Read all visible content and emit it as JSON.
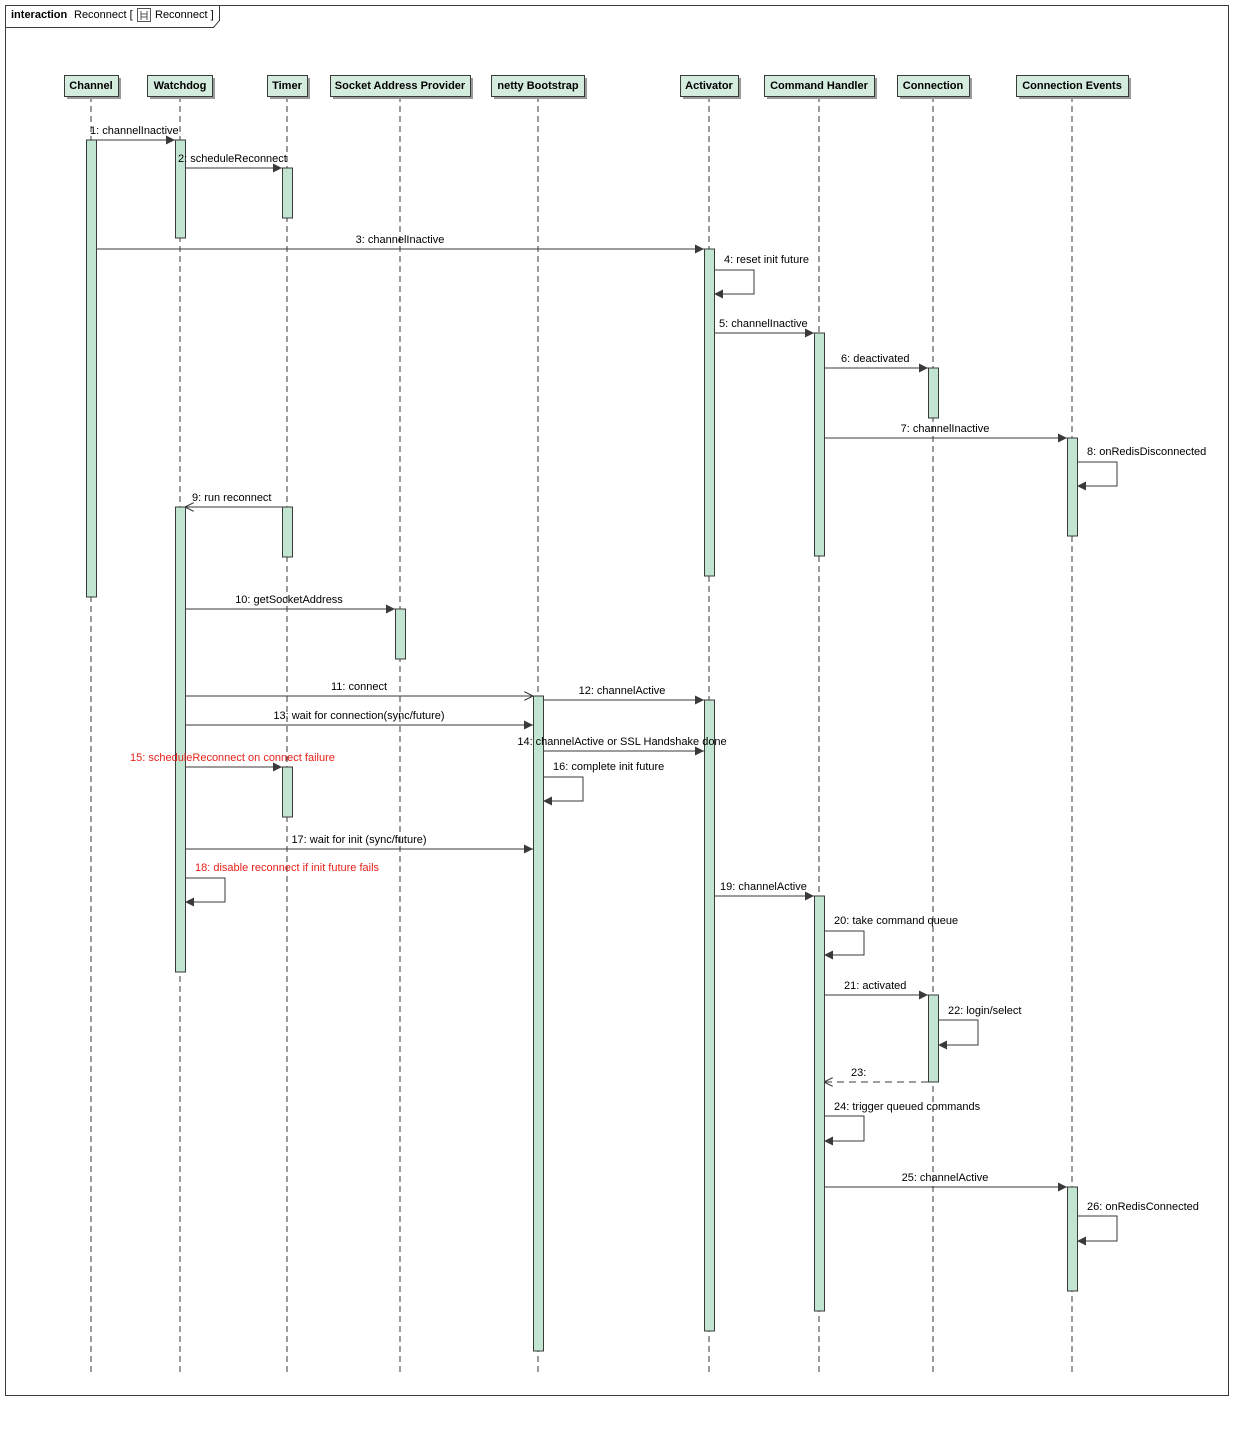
{
  "frame": {
    "keyword": "interaction",
    "name": "Reconnect [",
    "ref_label": "Reconnect ]",
    "ref_icon": "sequence-diagram-icon"
  },
  "colors": {
    "head_fill": "#d4ecdd",
    "activation_fill": "#c2e5d2",
    "line": "#3a3a3a",
    "error_text": "#e8201a"
  },
  "lifelines": [
    {
      "id": "channel",
      "name": "Channel"
    },
    {
      "id": "watchdog",
      "name": "Watchdog"
    },
    {
      "id": "timer",
      "name": "Timer"
    },
    {
      "id": "sap",
      "name": "Socket Address Provider"
    },
    {
      "id": "netty",
      "name": "netty Bootstrap"
    },
    {
      "id": "activator",
      "name": "Activator"
    },
    {
      "id": "handler",
      "name": "Command Handler"
    },
    {
      "id": "connection",
      "name": "Connection"
    },
    {
      "id": "events",
      "name": "Connection Events"
    }
  ],
  "messages": [
    {
      "label": "1: channelInactive",
      "from": "channel",
      "to": "watchdog"
    },
    {
      "label": "2: scheduleReconnect",
      "from": "watchdog",
      "to": "timer"
    },
    {
      "label": "3: channelInactive",
      "from": "channel",
      "to": "activator"
    },
    {
      "label": "4: reset init future",
      "from": "activator",
      "to": "activator"
    },
    {
      "label": "5: channelInactive",
      "from": "activator",
      "to": "handler"
    },
    {
      "label": "6: deactivated",
      "from": "handler",
      "to": "connection"
    },
    {
      "label": "7: channelInactive",
      "from": "handler",
      "to": "events"
    },
    {
      "label": "8: onRedisDisconnected",
      "from": "events",
      "to": "events"
    },
    {
      "label": "9: run reconnect",
      "from": "timer",
      "to": "watchdog"
    },
    {
      "label": "10: getSocketAddress",
      "from": "watchdog",
      "to": "sap"
    },
    {
      "label": "11: connect",
      "from": "watchdog",
      "to": "netty"
    },
    {
      "label": "12: channelActive",
      "from": "netty",
      "to": "activator"
    },
    {
      "label": "13: wait for connection(sync/future)",
      "from": "watchdog",
      "to": "netty"
    },
    {
      "label": "14: channelActive or SSL Handshake done",
      "from": "netty",
      "to": "activator"
    },
    {
      "label": "15: scheduleReconnect on connect failure",
      "from": "watchdog",
      "to": "timer",
      "style": "error"
    },
    {
      "label": "16: complete init future",
      "from": "netty",
      "to": "netty"
    },
    {
      "label": "17: wait for init (sync/future)",
      "from": "watchdog",
      "to": "netty"
    },
    {
      "label": "18: disable reconnect if init future fails",
      "from": "watchdog",
      "to": "watchdog",
      "style": "error"
    },
    {
      "label": "19: channelActive",
      "from": "activator",
      "to": "handler"
    },
    {
      "label": "20: take command queue",
      "from": "handler",
      "to": "handler"
    },
    {
      "label": "21: activated",
      "from": "handler",
      "to": "connection"
    },
    {
      "label": "22: login/select",
      "from": "connection",
      "to": "connection"
    },
    {
      "label": "23:",
      "from": "connection",
      "to": "handler",
      "kind": "reply"
    },
    {
      "label": "24: trigger queued commands",
      "from": "handler",
      "to": "handler"
    },
    {
      "label": "25: channelActive",
      "from": "handler",
      "to": "events"
    },
    {
      "label": "26: onRedisConnected",
      "from": "events",
      "to": "events"
    }
  ]
}
